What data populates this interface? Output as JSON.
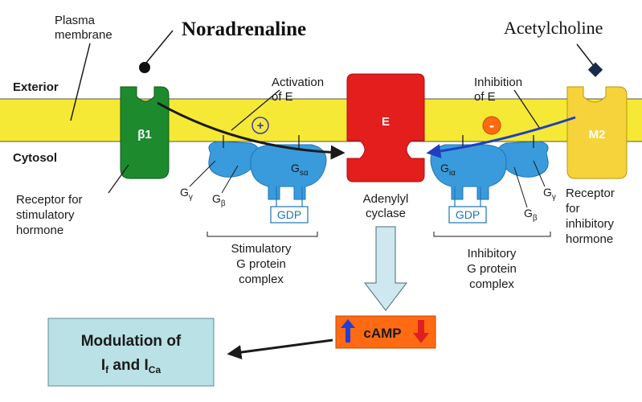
{
  "labels": {
    "plasma_membrane_line1": "Plasma",
    "plasma_membrane_line2": "membrane",
    "noradrenaline": "Noradrenaline",
    "acetylcholine": "Acetylcholine",
    "exterior": "Exterior",
    "cytosol": "Cytosol",
    "activation_line1": "Activation",
    "activation_line2": "of E",
    "inhibition_line1": "Inhibition",
    "inhibition_line2": "of E",
    "plus_sign": "+",
    "minus_sign": "-",
    "beta1": "β1",
    "m2": "M2",
    "effector": "E",
    "g_s_alpha_main": "G",
    "g_s_alpha_sub": "sα",
    "g_i_alpha_main": "G",
    "g_i_alpha_sub": "iα",
    "g_gamma_main": "G",
    "g_gamma_sub": "γ",
    "g_beta_main": "G",
    "g_beta_sub": "β",
    "gdp": "GDP",
    "adenylyl_line1": "Adenylyl",
    "adenylyl_line2": "cyclase",
    "receptor_stim_line1": "Receptor for",
    "receptor_stim_line2": "stimulatory",
    "receptor_stim_line3": "hormone",
    "receptor_inhib_line1": "Receptor",
    "receptor_inhib_line2": "for",
    "receptor_inhib_line3": "inhibitory",
    "receptor_inhib_line4": "hormone",
    "stim_complex_line1": "Stimulatory",
    "stim_complex_line2": "G protein",
    "stim_complex_line3": "complex",
    "inhib_complex_line1": "Inhibitory",
    "inhib_complex_line2": "G protein",
    "inhib_complex_line3": "complex",
    "camp": "cAMP",
    "modulation_line1": "Modulation of",
    "modulation_if_main": "I",
    "modulation_if_sub": "f",
    "modulation_and": " and ",
    "modulation_ica_main": "I",
    "modulation_ica_sub": "Ca"
  },
  "colors": {
    "membrane": "#f5e935",
    "membrane_edge": "#333333",
    "beta1_receptor": "#1e8a2e",
    "m2_receptor": "#f6d33a",
    "effector": "#e41d1d",
    "g_protein": "#3a9bdc",
    "g_protein_dark": "#1f74b6",
    "camp_box": "#ff6a13",
    "up_arrow": "#1f3fd6",
    "down_arrow": "#e02020",
    "modulation_box": "#b9e1e6",
    "flow_arrow": "#cfe7ee",
    "stim_arrow": "#1a1a1a",
    "inhib_arrow": "#1f3fbf",
    "ligand": "#1a2a4a"
  }
}
